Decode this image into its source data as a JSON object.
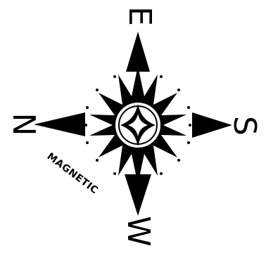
{
  "compass": {
    "north_label": "N",
    "south_label": "S",
    "east_label": "E",
    "west_label": "W",
    "magnetic_label": "MAGNETIC",
    "colors": {
      "ink": "#000000",
      "paper": "#ffffff"
    },
    "icons": {
      "rose": "compass-rose-icon",
      "north_pointer": "north-arrow-icon",
      "south_pointer": "south-arrow-icon",
      "east_pointer": "east-arrow-icon",
      "west_pointer": "west-arrow-icon",
      "center": "four-point-star-icon"
    }
  }
}
